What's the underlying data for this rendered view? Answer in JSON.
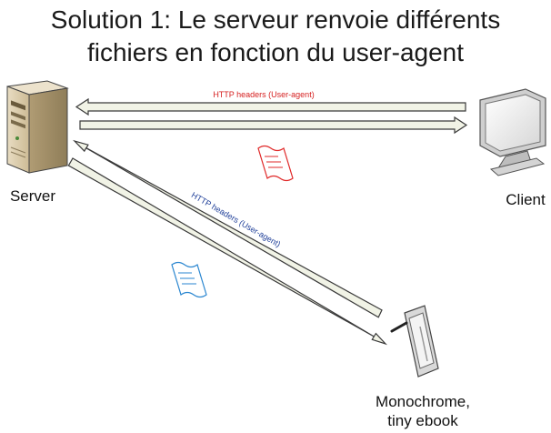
{
  "title": {
    "line1": "Solution 1: Le serveur renvoie différents",
    "line2": "fichiers en fonction du user-agent"
  },
  "nodes": {
    "server": {
      "label": "Server",
      "icon": "server-icon"
    },
    "client": {
      "label": "Client",
      "icon": "monitor-icon"
    },
    "ebook": {
      "label_line1": "Monochrome,",
      "label_line2": "tiny ebook",
      "icon": "tablet-icon"
    }
  },
  "arrows": {
    "client_request": {
      "label": "HTTP headers (User-agent)",
      "color": "#d62020"
    },
    "ebook_request": {
      "label": "HTTP headers (User-agent)",
      "color": "#1f3f99"
    }
  },
  "documents": {
    "client_doc": {
      "icon": "document-icon",
      "color": "#e02828"
    },
    "ebook_doc": {
      "icon": "document-icon",
      "color": "#2a86d0"
    }
  },
  "colors": {
    "arrow_fill": "#f1f3e6",
    "arrow_stroke": "#3a3a3a"
  }
}
